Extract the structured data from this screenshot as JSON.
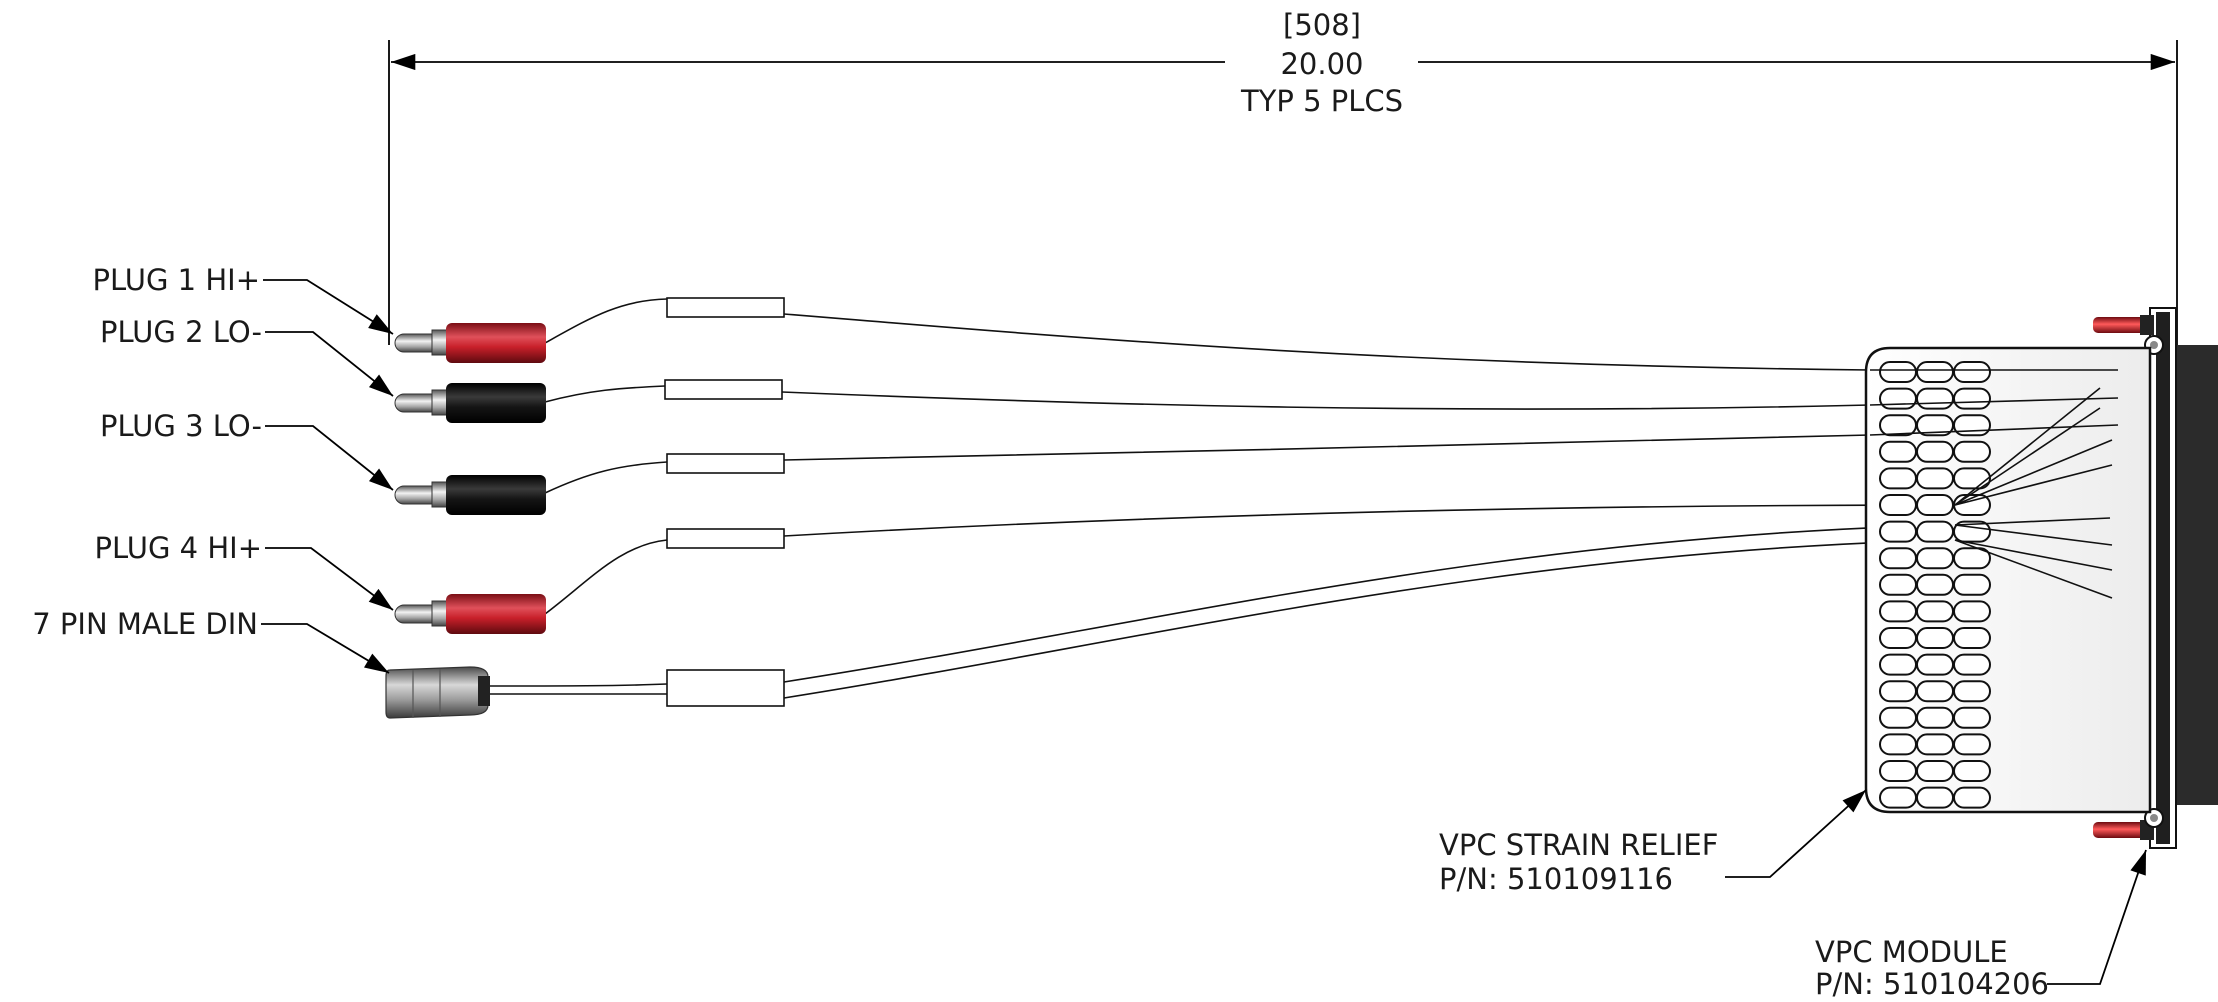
{
  "dimension": {
    "metric": "[508]",
    "imperial": "20.00",
    "note": "TYP 5 PLCS"
  },
  "callouts": {
    "plug1": "PLUG 1 HI+",
    "plug2": "PLUG 2 LO-",
    "plug3": "PLUG 3 LO-",
    "plug4": "PLUG 4 HI+",
    "din": "7 PIN MALE DIN",
    "strain_relief_name": "VPC STRAIN RELIEF",
    "strain_relief_pn": "P/N: 510109116",
    "module_name": "VPC MODULE",
    "module_pn": "P/N: 510104206"
  },
  "colors": {
    "plug_red": "#c8202a",
    "plug_black": "#151515",
    "din_body": "#9a9a9a",
    "module_body": "#2b2b2b"
  }
}
